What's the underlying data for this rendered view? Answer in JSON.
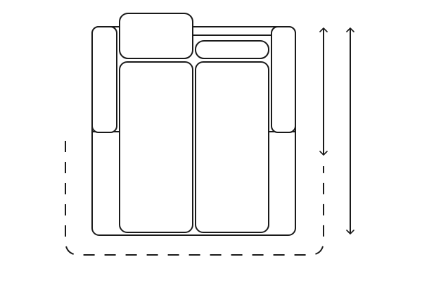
{
  "diagram": {
    "subject": "sofa-top-view",
    "colors": {
      "line": "#1a1a1a",
      "background": "#ffffff"
    },
    "parts": {
      "frame": "sofa-frame",
      "armrests": [
        "left-armrest",
        "right-armrest"
      ],
      "headrest": "headrest",
      "back_cushion": "back-cushion",
      "seat_cushions": [
        "left-seat-cushion",
        "right-seat-cushion"
      ],
      "footprint": "dashed-footprint-outline"
    },
    "dimension_arrows": [
      "depth-arrow-seat",
      "depth-arrow-total"
    ]
  }
}
